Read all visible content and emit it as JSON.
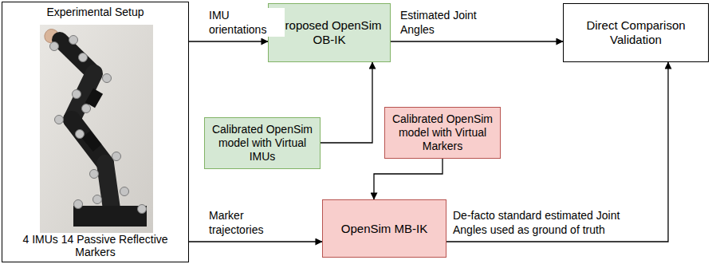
{
  "diagram": {
    "nodes": [
      {
        "text": [
          "Experimental Setup",
          "4 IMUs 14 Passive Reflective Markers"
        ]
      },
      {
        "text": [
          "Proposed OpenSim OB-IK"
        ]
      },
      {
        "text": [
          "Calibrated OpenSim model with Virtual IMUs"
        ]
      },
      {
        "text": [
          "Calibrated OpenSim model with Virtual Markers"
        ]
      },
      {
        "text": [
          "OpenSim MB-IK"
        ]
      },
      {
        "text": [
          "Direct Comparison Validation"
        ]
      }
    ],
    "edges": [
      {
        "from": 0,
        "to": 1,
        "label": "IMU orientations",
        "arrow": "to"
      },
      {
        "from": 1,
        "to": 5,
        "label": "Estimated Joint Angles",
        "arrow": "to"
      },
      {
        "from": 2,
        "to": 1,
        "arrow": "to"
      },
      {
        "from": 3,
        "to": 4,
        "arrow": "to"
      },
      {
        "from": 0,
        "to": 4,
        "label": "Marker trajectories",
        "arrow": "to"
      },
      {
        "from": 4,
        "to": 5,
        "label": "De-facto standard estimated Joint Angles used as ground of truth",
        "arrow": "to"
      }
    ]
  }
}
